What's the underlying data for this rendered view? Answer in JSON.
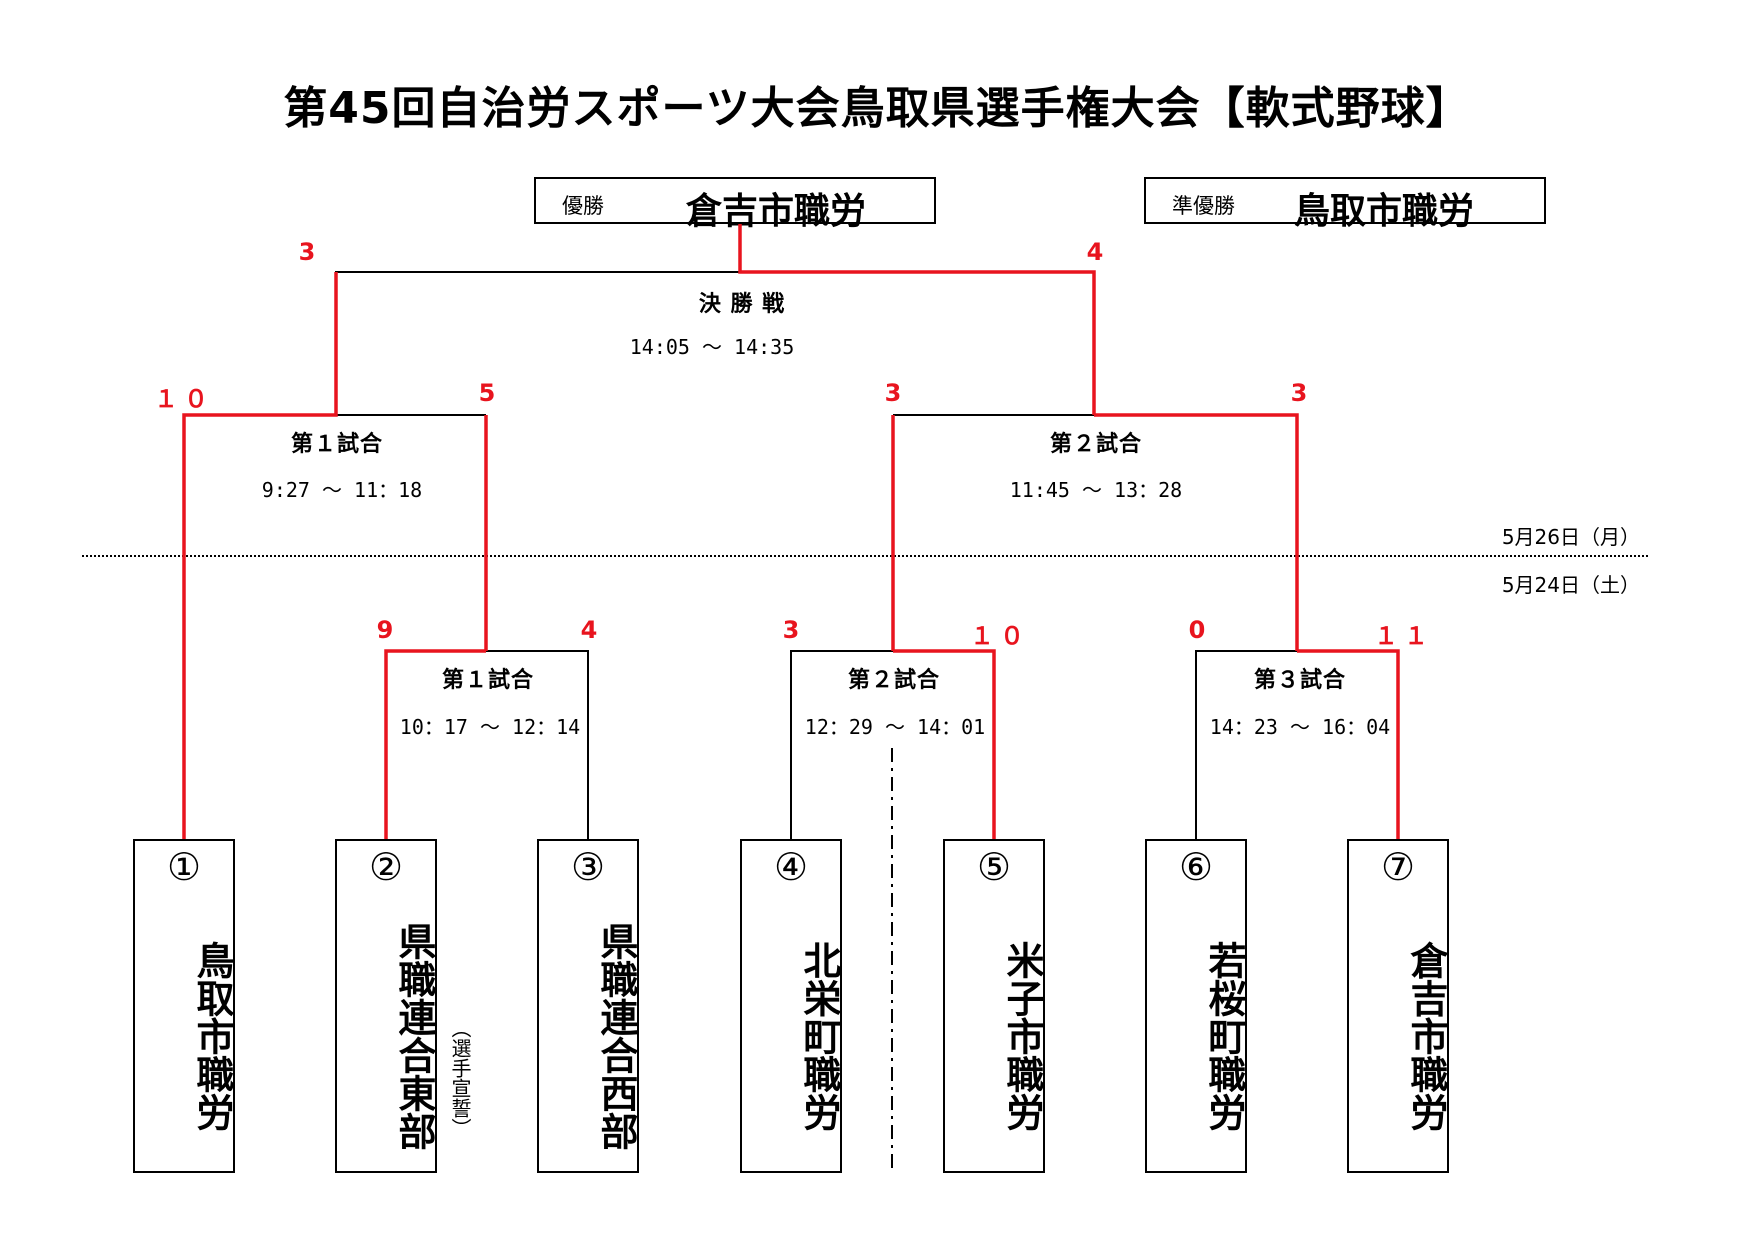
{
  "title": "第45回自治労スポーツ大会鳥取県選手権大会【軟式野球】",
  "winner": {
    "label": "優勝",
    "team": "倉吉市職労"
  },
  "runner_up": {
    "label": "準優勝",
    "team": "鳥取市職労"
  },
  "colors": {
    "winner_line": "#e8141e",
    "line": "#000000",
    "score": "#e8141e"
  },
  "dates": {
    "day2": "5月26日（月）",
    "day1": "5月24日（土）"
  },
  "final": {
    "label": "決 勝 戦",
    "time": "14:05 ～ 14:35",
    "scores": [
      "3",
      "4"
    ]
  },
  "day2_match1": {
    "label": "第１試合",
    "time": "9:27 ～ 11：18",
    "scores": [
      "１０",
      "5"
    ]
  },
  "day2_match2": {
    "label": "第２試合",
    "time": "11:45 ～ 13：28",
    "scores": [
      "3",
      "3"
    ]
  },
  "day1_match1": {
    "label": "第１試合",
    "time": "10：17 ～ 12：14",
    "scores": [
      "9",
      "4"
    ]
  },
  "day1_match2": {
    "label": "第２試合",
    "time": "12：29 ～ 14：01",
    "scores": [
      "3",
      "１０"
    ]
  },
  "day1_match3": {
    "label": "第３試合",
    "time": "14：23 ～ 16：04",
    "scores": [
      "0",
      "１１"
    ]
  },
  "teams": [
    {
      "num": "①",
      "name": "鳥取市職労"
    },
    {
      "num": "②",
      "name": "県職連合東部"
    },
    {
      "num": "③",
      "name": "県職連合西部"
    },
    {
      "num": "④",
      "name": "北栄町職労"
    },
    {
      "num": "⑤",
      "name": "米子市職労"
    },
    {
      "num": "⑥",
      "name": "若桜町職労"
    },
    {
      "num": "⑦",
      "name": "倉吉市職労"
    }
  ],
  "oath_note": "（選手宣誓）"
}
